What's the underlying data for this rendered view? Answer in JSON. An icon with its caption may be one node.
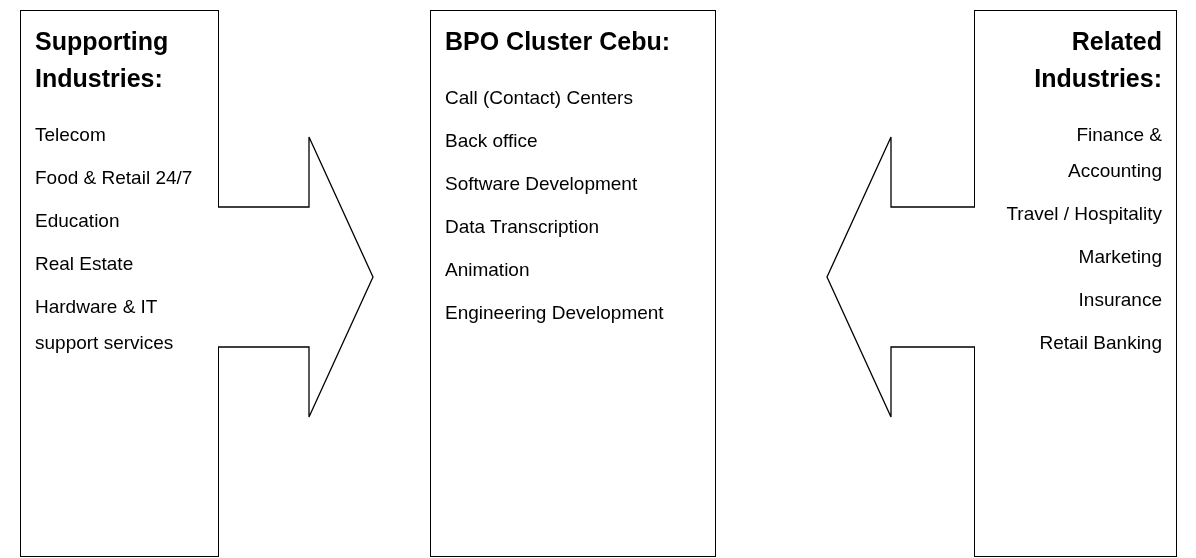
{
  "diagram": {
    "nodes": [
      {
        "text": [
          "Supporting Industries:",
          "Telecom",
          "Food & Retail 24/7",
          "Education",
          "Real Estate",
          "Hardware & IT support services"
        ]
      },
      {
        "text": [
          "BPO Cluster Cebu:",
          "Call (Contact) Centers",
          "Back office",
          "Software Development",
          "Data Transcription",
          "Animation",
          "Engineering Development"
        ]
      },
      {
        "text": [
          "Related Industries:",
          "Finance & Accounting",
          "Travel / Hospitality",
          "Marketing",
          "Insurance",
          "Retail Banking"
        ]
      }
    ],
    "edges": [
      {
        "from": 0,
        "to": 1,
        "arrow": "to"
      },
      {
        "from": 2,
        "to": 1,
        "arrow": "to"
      }
    ]
  }
}
